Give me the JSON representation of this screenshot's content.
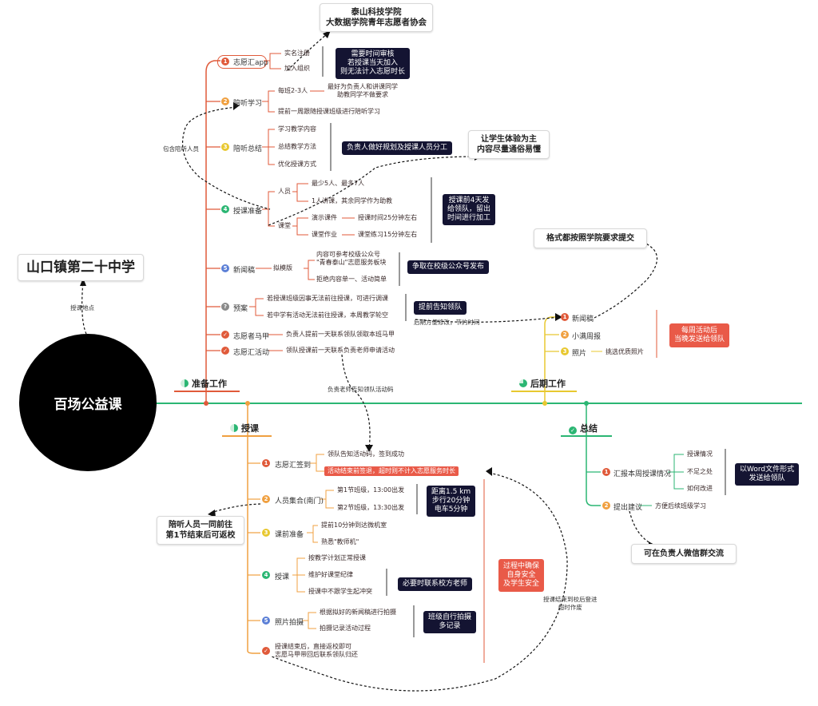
{
  "center": "百场公益课",
  "school": {
    "name": "山口镇第二十中学",
    "note": "授课地点"
  },
  "org": "泰山科技学院\n大数据学院青年志愿者协会",
  "callouts": {
    "teach_main": "让学生体验为主\n内容尽量通俗易懂",
    "format": "格式都按照学院要求提交",
    "listen_return": "陪听人员一同前往\n第1节结束后可返校",
    "wechat": "可在负责人微信群交流"
  },
  "notes": {
    "include_listeners": "包含陪听人员",
    "notify_code": "负责老师告知领队活动码",
    "after_back": "授课结束到校后登进\n超时作废",
    "later_modify": "后期方便修改，节约时间"
  },
  "sections": {
    "prep": "准备工作",
    "teach": "授课",
    "post": "后期工作",
    "summary": "总结"
  },
  "prep": {
    "items": [
      {
        "num": "1",
        "label": "志愿汇app",
        "children": [
          "实名注册",
          "加入组织"
        ],
        "box": "需要时间审核\n若授课当天加入\n则无法计入志愿时长"
      },
      {
        "num": "2",
        "label": "陪听学习",
        "children": [
          "每班2-3人",
          "提前一周跟随授课班级进行陪听学习"
        ],
        "sub": "最好为负责人和讲课同学\n助教同学不做要求"
      },
      {
        "num": "3",
        "label": "陪听总结",
        "children": [
          "学习教学内容",
          "总结教学方法",
          "优化授课方式"
        ],
        "box": "负责人做好规划及授课人员分工"
      },
      {
        "num": "4",
        "label": "授课准备",
        "groups": [
          "人员",
          "课堂"
        ],
        "people": [
          "最少5人、最多7人",
          "1人讲课，其余同学作为助教"
        ],
        "class": [
          "演示课件",
          "课堂作业"
        ],
        "class_sub": [
          "授课时间25分钟左右",
          "课堂练习15分钟左右"
        ],
        "box": "授课前4天发\n给领队，留出\n时间进行加工"
      },
      {
        "num": "5",
        "label": "新闻稿",
        "mid": "拟模版",
        "children": [
          "内容可参考校级公众号\n\"青春泰山\"志愿服务板块",
          "拒绝内容单一、活动简单"
        ],
        "box": "争取在校级公众号发布"
      },
      {
        "num": "?",
        "label": "预案",
        "children": [
          "若授课班级因事无法前往授课，可进行调课",
          "若中学有活动无法前往授课，本周教学轮空"
        ],
        "box": "提前告知领队"
      },
      {
        "num": "✓",
        "label": "志愿者马甲",
        "detail": "负责人提前一天联系领队领取本班马甲"
      },
      {
        "num": "✓",
        "label": "志愿汇活动",
        "detail": "领队授课前一天联系负责老师申请活动"
      }
    ]
  },
  "teach": {
    "items": [
      {
        "num": "1",
        "label": "志愿汇签到",
        "children": [
          "领队告知活动码，签到成功",
          "活动结束前签退，超时则不计入志愿服务时长"
        ]
      },
      {
        "num": "2",
        "label": "人员集合(南门)",
        "children": [
          "第1节班级，13:00出发",
          "第2节班级，13:30出发"
        ],
        "box": "距离1.5 km\n步行20分钟\n电车5分钟"
      },
      {
        "num": "3",
        "label": "课前准备",
        "children": [
          "提前10分钟到达微机室",
          "熟悉\"教师机\""
        ]
      },
      {
        "num": "4",
        "label": "授课",
        "children": [
          "按教学计划正常授课",
          "维护好课堂纪律",
          "授课中不跟学生起冲突"
        ],
        "box": "必要时联系校方老师"
      },
      {
        "num": "5",
        "label": "照片拍摄",
        "children": [
          "根据拟好的新闻稿进行拍摄",
          "拍摄记录活动过程"
        ],
        "box": "班级自行拍摄\n多记录"
      },
      {
        "num": "✓",
        "label": "授课结束后，直接返校即可\n志愿马甲带回后联系领队归还"
      }
    ],
    "safety": "过程中确保\n自身安全\n及学生安全"
  },
  "post": {
    "items": [
      {
        "num": "1",
        "label": "新闻稿"
      },
      {
        "num": "2",
        "label": "小满周报"
      },
      {
        "num": "3",
        "label": "照片",
        "detail": "挑选优质照片"
      }
    ],
    "box": "每周活动后\n当晚发送给领队"
  },
  "summary": {
    "items": [
      {
        "num": "1",
        "label": "汇报本周授课情况",
        "children": [
          "授课情况",
          "不足之处",
          "如何改进"
        ],
        "box": "以Word文件形式\n发送给领队"
      },
      {
        "num": "2",
        "label": "提出建议",
        "detail": "方便后续班级学习"
      }
    ]
  },
  "colors": {
    "main_line": "#2bb673",
    "prep": "#e05a3a",
    "teach": "#f0a040",
    "post": "#e8c830",
    "summary": "#2bb673",
    "dark": "#141432",
    "red": "#e95a48"
  }
}
